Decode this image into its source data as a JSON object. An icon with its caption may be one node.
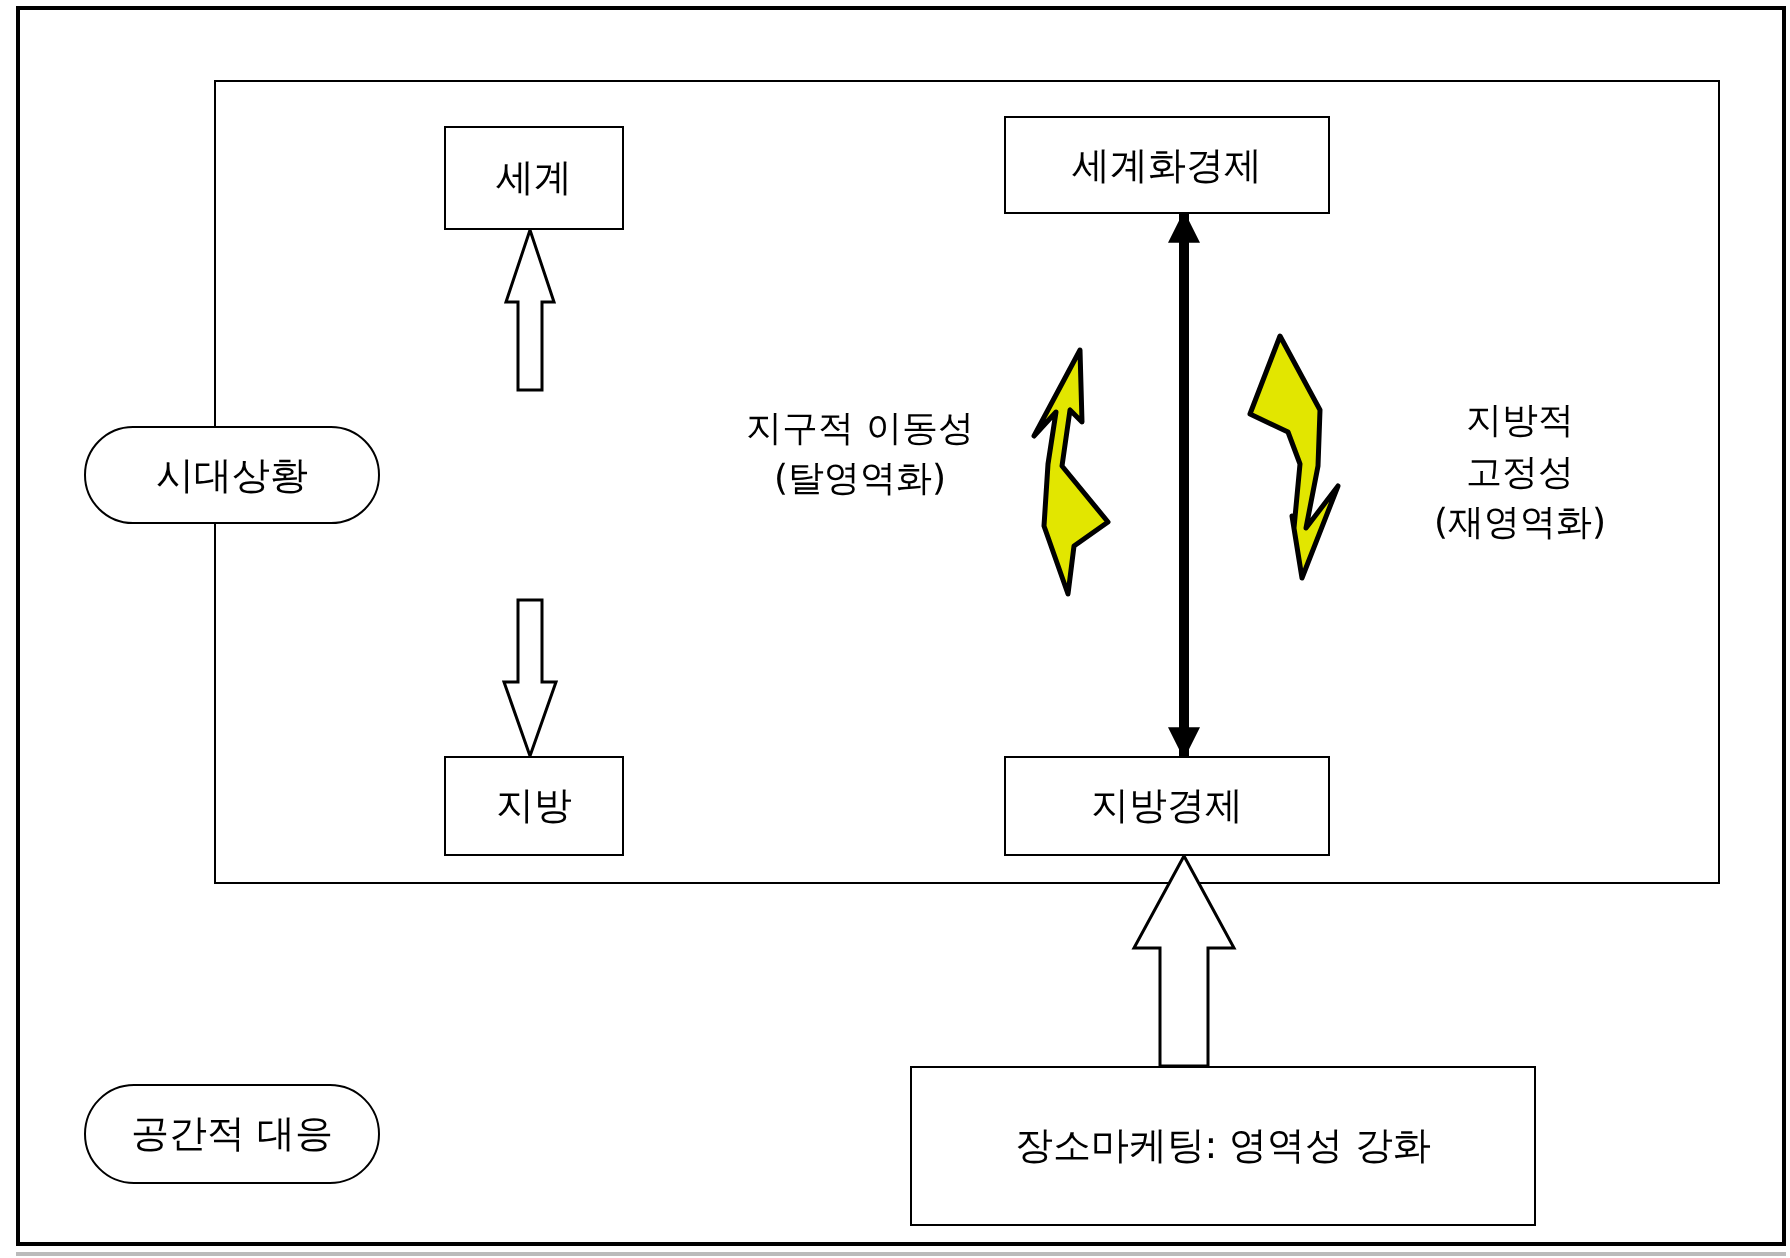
{
  "diagram": {
    "nodes": [
      {
        "text": [
          "세계"
        ]
      },
      {
        "text": [
          "세계화경제"
        ]
      },
      {
        "text": [
          "시대상황"
        ]
      },
      {
        "text": [
          "지방"
        ]
      },
      {
        "text": [
          "지방경제"
        ]
      },
      {
        "text": [
          "공간적 대응"
        ]
      },
      {
        "text": [
          "장소마케팅: 영역성 강화"
        ]
      }
    ],
    "edges": [
      {
        "from": null,
        "to": 0,
        "arrow": "to"
      },
      {
        "from": null,
        "to": 3,
        "arrow": "to"
      },
      {
        "from": 1,
        "to": 4,
        "arrow": "both"
      },
      {
        "from": 6,
        "to": 4,
        "arrow": "to"
      }
    ],
    "labels": [
      "지구적 이동성",
      "(탈영역화)",
      "지방적 고정성",
      "(재영역화)"
    ]
  }
}
